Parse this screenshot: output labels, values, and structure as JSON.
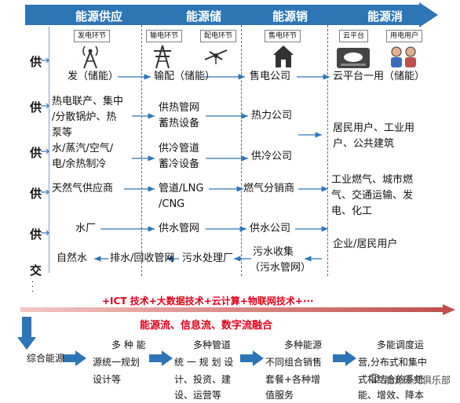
{
  "header": {
    "col1": "能源供应",
    "col2": "能源储",
    "col3": "能源销",
    "col4": "能源消"
  },
  "chips": {
    "gen": "发电环节",
    "trans": "输电环节",
    "dist": "配电环节",
    "sell": "售电环节",
    "cloud": "云平台",
    "user": "用电用户"
  },
  "side_labels": [
    "供",
    "供",
    "供",
    "供",
    "供",
    "交"
  ],
  "rows": {
    "power": {
      "supply": "发（储能）",
      "store": "输配（储能）",
      "sell": "售电公司",
      "use": "云平台一用（储能）"
    },
    "heat": {
      "supply": [
        "热电联产、集中",
        "/分散锅炉、热",
        "泵等"
      ],
      "store": [
        "供热管网",
        "蓄热设备"
      ],
      "sell": "热力公司"
    },
    "cold": {
      "supply": [
        "水/蒸汽/空气/",
        "电/余热制冷"
      ],
      "store": [
        "供冷管道",
        "蓄冷设备"
      ],
      "sell": "供冷公司"
    },
    "heat_cold_use": [
      "居民用户、工业用",
      "户、公共建筑"
    ],
    "gas": {
      "supply": "天然气供应商",
      "store": [
        "管道/LNG",
        "/CNG"
      ],
      "sell": "燃气分销商",
      "use": [
        "工业燃气、城市燃",
        "气、交通运输、发",
        "电、化工"
      ]
    },
    "water": {
      "supply": "水厂",
      "store": "供水管网",
      "sell": "供水公司",
      "use": "企业/居民用户"
    },
    "sewage": {
      "collect": [
        "污水收集",
        "（污水管网）"
      ],
      "treat": "污水处理厂",
      "drain": "排水/回收管网",
      "nature": "自然水"
    }
  },
  "tech_line": "+ICT 技术+大数据技术+云计算+物联网技术+···",
  "fusion_line": "能源流、信息流、数字流融合",
  "bottom_steps": {
    "step1": "综合能源",
    "step2": [
      "多 种 能",
      "源统一规划",
      "设计等"
    ],
    "step3": [
      "多种管道",
      "统 一 规 划 设",
      "计、投资、建",
      "设、运营等"
    ],
    "step4": [
      "多种能源",
      "不同组合销售",
      "套餐+各种增",
      "值服务"
    ],
    "step5": [
      "多能调度运",
      "营,分布式和集中",
      "式相结合的系统",
      "能、增效、降本"
    ]
  },
  "watermark": "能源研究俱乐部",
  "colors": {
    "header": "#2e75b6",
    "arrow": "#2e75b6",
    "red_text": "#e0001b",
    "tech_arrow": "#c0504d"
  }
}
